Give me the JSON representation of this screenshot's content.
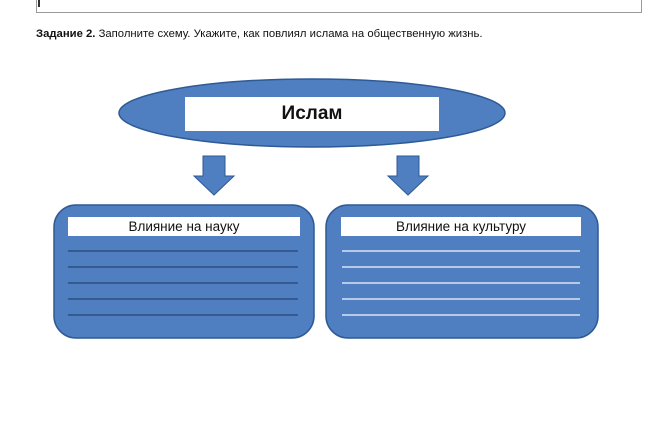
{
  "task": {
    "label": "Задание 2.",
    "text": " Заполните схему. Укажите, как  повлиял ислама на общественную жизнь."
  },
  "diagram": {
    "center": "Ислам",
    "left_box": {
      "title": "Влияние на науку",
      "blank_lines": 5
    },
    "right_box": {
      "title": "Влияние на культуру",
      "blank_lines": 5
    }
  },
  "colors": {
    "fill": "#4f7fc0",
    "stroke": "#2e5a96",
    "left_lines": "#2d4f7f",
    "right_lines": "#d6e3f4",
    "header_bg": "#ffffff"
  }
}
